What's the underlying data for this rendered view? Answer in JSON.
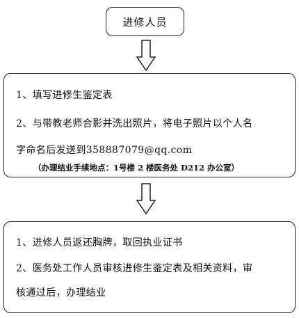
{
  "start": {
    "label": "进修人员"
  },
  "step1": {
    "line1": "1、填写进修生鉴定表",
    "line2a": "2、与带教老师合影并洗出照片，将电子照片以个人名",
    "line2b": "字命名后发送到358887079@qq.com",
    "note": "（办理结业手续地点：1号楼 2 楼医务处 D212 办公室）"
  },
  "step2": {
    "line1": "1、进修人员返还胸牌，取回执业证书",
    "line2a": "2、医务处工作人员审核进修生鉴定表及相关资料，审",
    "line2b": "核通过后，办理结业"
  }
}
